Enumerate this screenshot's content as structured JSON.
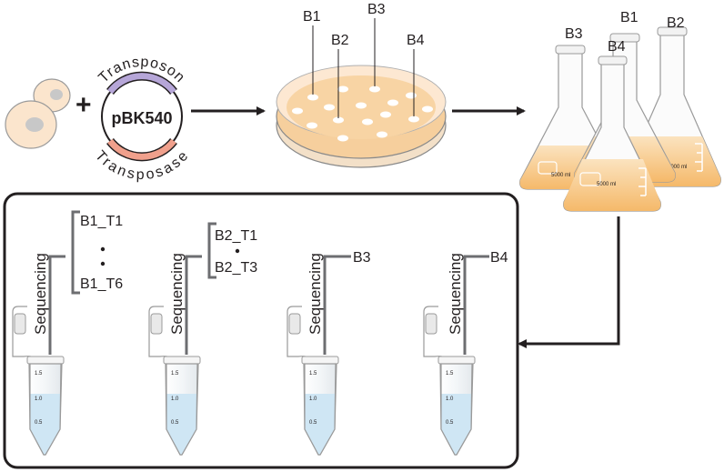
{
  "plasmid": {
    "name": "pBK540",
    "top_label": "Transposon",
    "bottom_label": "Transposase",
    "plus": "+"
  },
  "plate": {
    "labels": [
      "B1",
      "B2",
      "B3",
      "B4"
    ]
  },
  "flasks": {
    "labels": [
      "B3",
      "B1",
      "B4",
      "B2"
    ],
    "volume_mark": "5000 ml"
  },
  "tubes": [
    {
      "sequencing": "Sequencing",
      "top": "B1_T1",
      "dots": "•\n•",
      "bottom": "B1_T6"
    },
    {
      "sequencing": "Sequencing",
      "top": "B2_T1",
      "dots": "•",
      "bottom": "B2_T3"
    },
    {
      "sequencing": "Sequencing",
      "top": "B3"
    },
    {
      "sequencing": "Sequencing",
      "top": "B4"
    }
  ],
  "tube_marks": [
    "1.5",
    "1.0",
    "0.5"
  ],
  "colors": {
    "culture": "#f7c98a",
    "plate_agar": "#f6cf9d",
    "transposon_arc": "#b6a6d8",
    "transposase_arc": "#f0a08c",
    "tube_liquid": "#cfe6f4",
    "line": "#231f20",
    "bracket": "#6d6e71"
  }
}
